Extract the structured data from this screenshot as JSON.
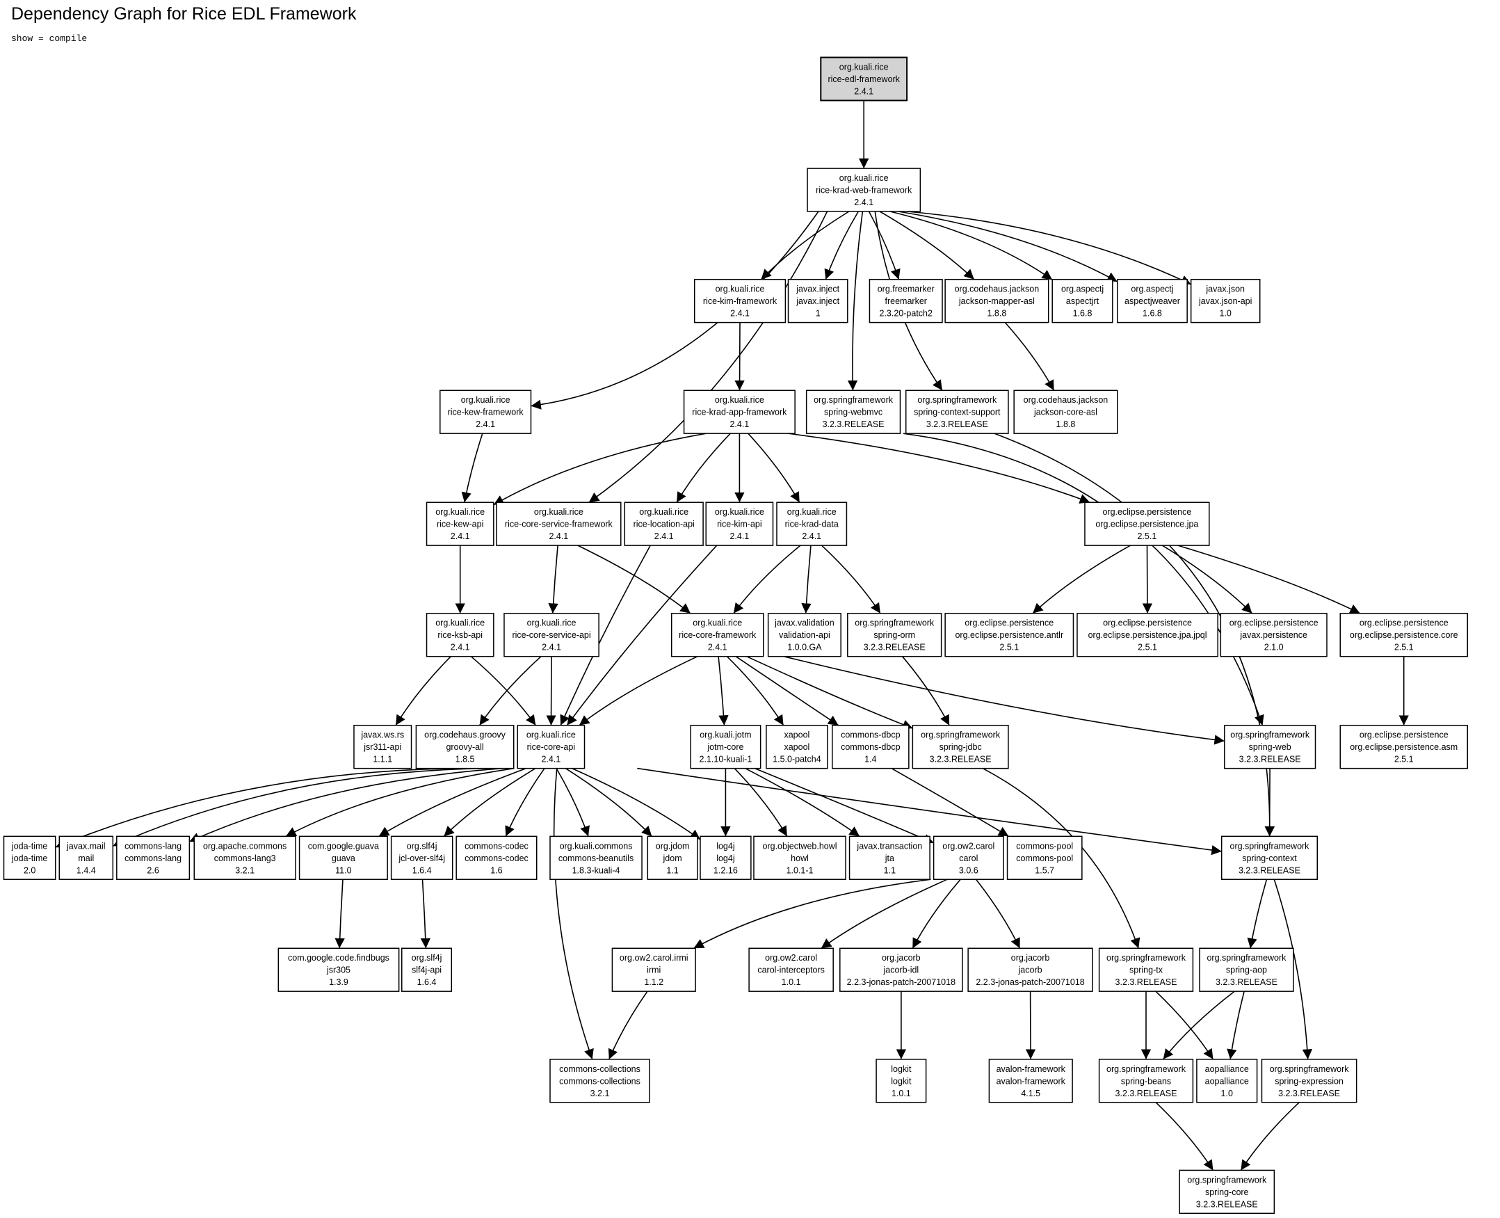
{
  "title": "Dependency Graph for Rice EDL Framework",
  "subtitle": "show = compile",
  "colors": {
    "root_fill": "#d3d3d3",
    "node_fill": "#ffffff",
    "stroke": "#000000"
  },
  "nodes": [
    {
      "id": "edl",
      "group": "org.kuali.rice",
      "artifact": "rice-edl-framework",
      "version": "2.4.1",
      "root": true
    },
    {
      "id": "kradweb",
      "group": "org.kuali.rice",
      "artifact": "rice-krad-web-framework",
      "version": "2.4.1"
    },
    {
      "id": "kimfw",
      "group": "org.kuali.rice",
      "artifact": "rice-kim-framework",
      "version": "2.4.1"
    },
    {
      "id": "inject",
      "group": "javax.inject",
      "artifact": "javax.inject",
      "version": "1"
    },
    {
      "id": "freemarker",
      "group": "org.freemarker",
      "artifact": "freemarker",
      "version": "2.3.20-patch2"
    },
    {
      "id": "jmapper",
      "group": "org.codehaus.jackson",
      "artifact": "jackson-mapper-asl",
      "version": "1.8.8"
    },
    {
      "id": "aspectjrt",
      "group": "org.aspectj",
      "artifact": "aspectjrt",
      "version": "1.6.8"
    },
    {
      "id": "aspectjweaver",
      "group": "org.aspectj",
      "artifact": "aspectjweaver",
      "version": "1.6.8"
    },
    {
      "id": "jsonapi",
      "group": "javax.json",
      "artifact": "javax.json-api",
      "version": "1.0"
    },
    {
      "id": "kewfw",
      "group": "org.kuali.rice",
      "artifact": "rice-kew-framework",
      "version": "2.4.1"
    },
    {
      "id": "kradapp",
      "group": "org.kuali.rice",
      "artifact": "rice-krad-app-framework",
      "version": "2.4.1"
    },
    {
      "id": "webmvc",
      "group": "org.springframework",
      "artifact": "spring-webmvc",
      "version": "3.2.3.RELEASE"
    },
    {
      "id": "ctxsupport",
      "group": "org.springframework",
      "artifact": "spring-context-support",
      "version": "3.2.3.RELEASE"
    },
    {
      "id": "jcore",
      "group": "org.codehaus.jackson",
      "artifact": "jackson-core-asl",
      "version": "1.8.8"
    },
    {
      "id": "kewapi",
      "group": "org.kuali.rice",
      "artifact": "rice-kew-api",
      "version": "2.4.1"
    },
    {
      "id": "coresvcfw",
      "group": "org.kuali.rice",
      "artifact": "rice-core-service-framework",
      "version": "2.4.1"
    },
    {
      "id": "locapi",
      "group": "org.kuali.rice",
      "artifact": "rice-location-api",
      "version": "2.4.1"
    },
    {
      "id": "kimapi",
      "group": "org.kuali.rice",
      "artifact": "rice-kim-api",
      "version": "2.4.1"
    },
    {
      "id": "kraddata",
      "group": "org.kuali.rice",
      "artifact": "rice-krad-data",
      "version": "2.4.1"
    },
    {
      "id": "eljpa",
      "group": "org.eclipse.persistence",
      "artifact": "org.eclipse.persistence.jpa",
      "version": "2.5.1"
    },
    {
      "id": "ksbapi",
      "group": "org.kuali.rice",
      "artifact": "rice-ksb-api",
      "version": "2.4.1"
    },
    {
      "id": "coresvcapi",
      "group": "org.kuali.rice",
      "artifact": "rice-core-service-api",
      "version": "2.4.1"
    },
    {
      "id": "corefw",
      "group": "org.kuali.rice",
      "artifact": "rice-core-framework",
      "version": "2.4.1"
    },
    {
      "id": "validation",
      "group": "javax.validation",
      "artifact": "validation-api",
      "version": "1.0.0.GA"
    },
    {
      "id": "orm",
      "group": "org.springframework",
      "artifact": "spring-orm",
      "version": "3.2.3.RELEASE"
    },
    {
      "id": "elantlr",
      "group": "org.eclipse.persistence",
      "artifact": "org.eclipse.persistence.antlr",
      "version": "2.5.1"
    },
    {
      "id": "eljpql",
      "group": "org.eclipse.persistence",
      "artifact": "org.eclipse.persistence.jpa.jpql",
      "version": "2.5.1"
    },
    {
      "id": "jpersist",
      "group": "org.eclipse.persistence",
      "artifact": "javax.persistence",
      "version": "2.1.0"
    },
    {
      "id": "elcore",
      "group": "org.eclipse.persistence",
      "artifact": "org.eclipse.persistence.core",
      "version": "2.5.1"
    },
    {
      "id": "wsrs",
      "group": "javax.ws.rs",
      "artifact": "jsr311-api",
      "version": "1.1.1"
    },
    {
      "id": "groovy",
      "group": "org.codehaus.groovy",
      "artifact": "groovy-all",
      "version": "1.8.5"
    },
    {
      "id": "coreapi",
      "group": "org.kuali.rice",
      "artifact": "rice-core-api",
      "version": "2.4.1"
    },
    {
      "id": "jotm",
      "group": "org.kuali.jotm",
      "artifact": "jotm-core",
      "version": "2.1.10-kuali-1"
    },
    {
      "id": "xapool",
      "group": "xapool",
      "artifact": "xapool",
      "version": "1.5.0-patch4"
    },
    {
      "id": "dbcp",
      "group": "commons-dbcp",
      "artifact": "commons-dbcp",
      "version": "1.4"
    },
    {
      "id": "jdbc",
      "group": "org.springframework",
      "artifact": "spring-jdbc",
      "version": "3.2.3.RELEASE"
    },
    {
      "id": "web",
      "group": "org.springframework",
      "artifact": "spring-web",
      "version": "3.2.3.RELEASE"
    },
    {
      "id": "elasm",
      "group": "org.eclipse.persistence",
      "artifact": "org.eclipse.persistence.asm",
      "version": "2.5.1"
    },
    {
      "id": "jodatime",
      "group": "joda-time",
      "artifact": "joda-time",
      "version": "2.0"
    },
    {
      "id": "mail",
      "group": "javax.mail",
      "artifact": "mail",
      "version": "1.4.4"
    },
    {
      "id": "lang",
      "group": "commons-lang",
      "artifact": "commons-lang",
      "version": "2.6"
    },
    {
      "id": "lang3",
      "group": "org.apache.commons",
      "artifact": "commons-lang3",
      "version": "3.2.1"
    },
    {
      "id": "guava",
      "group": "com.google.guava",
      "artifact": "guava",
      "version": "11.0"
    },
    {
      "id": "jclslf4j",
      "group": "org.slf4j",
      "artifact": "jcl-over-slf4j",
      "version": "1.6.4"
    },
    {
      "id": "codec",
      "group": "commons-codec",
      "artifact": "commons-codec",
      "version": "1.6"
    },
    {
      "id": "beanutils",
      "group": "org.kuali.commons",
      "artifact": "commons-beanutils",
      "version": "1.8.3-kuali-4"
    },
    {
      "id": "jdom",
      "group": "org.jdom",
      "artifact": "jdom",
      "version": "1.1"
    },
    {
      "id": "log4j",
      "group": "log4j",
      "artifact": "log4j",
      "version": "1.2.16"
    },
    {
      "id": "howl",
      "group": "org.objectweb.howl",
      "artifact": "howl",
      "version": "1.0.1-1"
    },
    {
      "id": "jta",
      "group": "javax.transaction",
      "artifact": "jta",
      "version": "1.1"
    },
    {
      "id": "carol",
      "group": "org.ow2.carol",
      "artifact": "carol",
      "version": "3.0.6"
    },
    {
      "id": "pool",
      "group": "commons-pool",
      "artifact": "commons-pool",
      "version": "1.5.7"
    },
    {
      "id": "context",
      "group": "org.springframework",
      "artifact": "spring-context",
      "version": "3.2.3.RELEASE"
    },
    {
      "id": "jsr305",
      "group": "com.google.code.findbugs",
      "artifact": "jsr305",
      "version": "1.3.9"
    },
    {
      "id": "slf4japi",
      "group": "org.slf4j",
      "artifact": "slf4j-api",
      "version": "1.6.4"
    },
    {
      "id": "irmi",
      "group": "org.ow2.carol.irmi",
      "artifact": "irmi",
      "version": "1.1.2"
    },
    {
      "id": "carolint",
      "group": "org.ow2.carol",
      "artifact": "carol-interceptors",
      "version": "1.0.1"
    },
    {
      "id": "jacorbidl",
      "group": "org.jacorb",
      "artifact": "jacorb-idl",
      "version": "2.2.3-jonas-patch-20071018"
    },
    {
      "id": "jacorb",
      "group": "org.jacorb",
      "artifact": "jacorb",
      "version": "2.2.3-jonas-patch-20071018"
    },
    {
      "id": "tx",
      "group": "org.springframework",
      "artifact": "spring-tx",
      "version": "3.2.3.RELEASE"
    },
    {
      "id": "aop",
      "group": "org.springframework",
      "artifact": "spring-aop",
      "version": "3.2.3.RELEASE"
    },
    {
      "id": "collections",
      "group": "commons-collections",
      "artifact": "commons-collections",
      "version": "3.2.1"
    },
    {
      "id": "logkit",
      "group": "logkit",
      "artifact": "logkit",
      "version": "1.0.1"
    },
    {
      "id": "avalon",
      "group": "avalon-framework",
      "artifact": "avalon-framework",
      "version": "4.1.5"
    },
    {
      "id": "beans",
      "group": "org.springframework",
      "artifact": "spring-beans",
      "version": "3.2.3.RELEASE"
    },
    {
      "id": "aopalliance",
      "group": "aopalliance",
      "artifact": "aopalliance",
      "version": "1.0"
    },
    {
      "id": "expression",
      "group": "org.springframework",
      "artifact": "spring-expression",
      "version": "3.2.3.RELEASE"
    },
    {
      "id": "springcore",
      "group": "org.springframework",
      "artifact": "spring-core",
      "version": "3.2.3.RELEASE"
    }
  ],
  "edges": [
    [
      "edl",
      "kradweb"
    ],
    [
      "kradweb",
      "kimfw"
    ],
    [
      "kradweb",
      "inject"
    ],
    [
      "kradweb",
      "freemarker"
    ],
    [
      "kradweb",
      "jmapper"
    ],
    [
      "kradweb",
      "aspectjrt"
    ],
    [
      "kradweb",
      "aspectjweaver"
    ],
    [
      "kradweb",
      "jsonapi"
    ],
    [
      "kradweb",
      "kewfw"
    ],
    [
      "kradweb",
      "webmvc"
    ],
    [
      "kradweb",
      "ctxsupport"
    ],
    [
      "kradweb",
      "coresvcfw"
    ],
    [
      "kimfw",
      "kradapp"
    ],
    [
      "jmapper",
      "jcore"
    ],
    [
      "kewfw",
      "kewapi"
    ],
    [
      "kradapp",
      "kewapi"
    ],
    [
      "kradapp",
      "locapi"
    ],
    [
      "kradapp",
      "kimapi"
    ],
    [
      "kradapp",
      "kraddata"
    ],
    [
      "kradapp",
      "eljpa"
    ],
    [
      "webmvc",
      "web"
    ],
    [
      "ctxsupport",
      "context"
    ],
    [
      "kewapi",
      "ksbapi"
    ],
    [
      "coresvcfw",
      "coresvcapi"
    ],
    [
      "coresvcfw",
      "corefw"
    ],
    [
      "locapi",
      "coreapi"
    ],
    [
      "kimapi",
      "coreapi"
    ],
    [
      "kraddata",
      "corefw"
    ],
    [
      "kraddata",
      "validation"
    ],
    [
      "kraddata",
      "orm"
    ],
    [
      "eljpa",
      "elantlr"
    ],
    [
      "eljpa",
      "eljpql"
    ],
    [
      "eljpa",
      "jpersist"
    ],
    [
      "eljpa",
      "elcore"
    ],
    [
      "ksbapi",
      "wsrs"
    ],
    [
      "ksbapi",
      "coreapi"
    ],
    [
      "coresvcapi",
      "groovy"
    ],
    [
      "coresvcapi",
      "coreapi"
    ],
    [
      "corefw",
      "coreapi"
    ],
    [
      "corefw",
      "jotm"
    ],
    [
      "corefw",
      "xapool"
    ],
    [
      "corefw",
      "dbcp"
    ],
    [
      "corefw",
      "jdbc"
    ],
    [
      "corefw",
      "web"
    ],
    [
      "orm",
      "jdbc"
    ],
    [
      "elcore",
      "elasm"
    ],
    [
      "coreapi",
      "jodatime"
    ],
    [
      "coreapi",
      "mail"
    ],
    [
      "coreapi",
      "lang"
    ],
    [
      "coreapi",
      "lang3"
    ],
    [
      "coreapi",
      "guava"
    ],
    [
      "coreapi",
      "jclslf4j"
    ],
    [
      "coreapi",
      "codec"
    ],
    [
      "coreapi",
      "beanutils"
    ],
    [
      "coreapi",
      "jdom"
    ],
    [
      "coreapi",
      "log4j"
    ],
    [
      "coreapi",
      "context"
    ],
    [
      "coreapi",
      "collections"
    ],
    [
      "jotm",
      "log4j"
    ],
    [
      "jotm",
      "howl"
    ],
    [
      "jotm",
      "jta"
    ],
    [
      "jotm",
      "carol"
    ],
    [
      "dbcp",
      "pool"
    ],
    [
      "jdbc",
      "tx"
    ],
    [
      "web",
      "context"
    ],
    [
      "guava",
      "jsr305"
    ],
    [
      "jclslf4j",
      "slf4japi"
    ],
    [
      "carol",
      "irmi"
    ],
    [
      "carol",
      "carolint"
    ],
    [
      "carol",
      "jacorbidl"
    ],
    [
      "carol",
      "jacorb"
    ],
    [
      "context",
      "aop"
    ],
    [
      "context",
      "expression"
    ],
    [
      "irmi",
      "collections"
    ],
    [
      "jacorbidl",
      "logkit"
    ],
    [
      "jacorb",
      "avalon"
    ],
    [
      "tx",
      "beans"
    ],
    [
      "tx",
      "aopalliance"
    ],
    [
      "aop",
      "beans"
    ],
    [
      "aop",
      "aopalliance"
    ],
    [
      "beans",
      "springcore"
    ],
    [
      "expression",
      "springcore"
    ]
  ]
}
